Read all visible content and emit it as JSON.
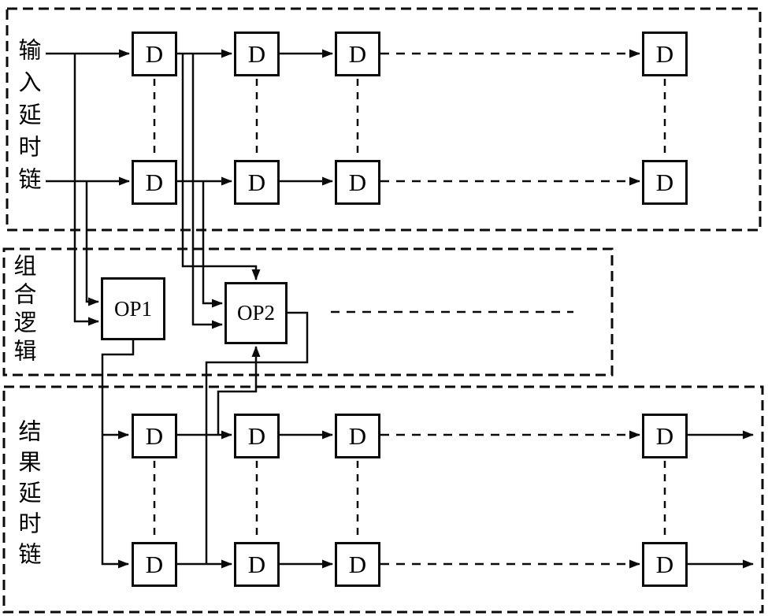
{
  "diagram": {
    "sections": {
      "input_delay_chain": {
        "title": "输入延时链"
      },
      "combinational_logic": {
        "title": "组合逻辑"
      },
      "result_delay_chain": {
        "title": "结果延时链"
      }
    },
    "boxes": {
      "d_flipflop": "D",
      "op1": "OP1",
      "op2": "OP2"
    },
    "colors": {
      "line": "#0a0a0a",
      "background": "#ffffff"
    }
  }
}
